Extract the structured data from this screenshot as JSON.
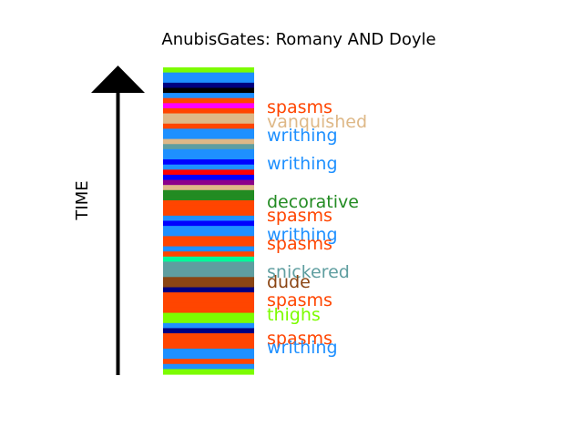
{
  "chart_data": {
    "type": "bar",
    "title": "AnubisGates: Romany AND Doyle",
    "ylabel": "TIME",
    "stripes_top_to_bottom": [
      "#7cfc00",
      "#1e90ff",
      "#1e90ff",
      "#000080",
      "#000000",
      "#1e90ff",
      "#ff4500",
      "#ff00ff",
      "#ff4500",
      "#deb887",
      "#deb887",
      "#ff4500",
      "#1e90ff",
      "#1e90ff",
      "#deb887",
      "#5f9ea0",
      "#1e90ff",
      "#1e90ff",
      "#0000ff",
      "#1e90ff",
      "#ff0000",
      "#0000ff",
      "#8b008b",
      "#deb887",
      "#228b22",
      "#228b22",
      "#ff4500",
      "#ff4500",
      "#ff4500",
      "#1e90ff",
      "#0000ff",
      "#1e90ff",
      "#1e90ff",
      "#ff4500",
      "#ff4500",
      "#1e90ff",
      "#ff4500",
      "#00fa9a",
      "#5f9ea0",
      "#5f9ea0",
      "#5f9ea0",
      "#8b4513",
      "#8b4513",
      "#000080",
      "#ff4500",
      "#ff4500",
      "#ff4500",
      "#ff4500",
      "#7cfc00",
      "#7cfc00",
      "#1e90ff",
      "#000080",
      "#ff4500",
      "#ff4500",
      "#ff4500",
      "#1e90ff",
      "#1e90ff",
      "#ff4500",
      "#1e90ff",
      "#7cfc00"
    ],
    "labels": [
      {
        "text": "spasms",
        "color": "#ff4500"
      },
      {
        "text": "vanquished",
        "color": "#deb887"
      },
      {
        "text": "writhing",
        "color": "#1e90ff"
      },
      {
        "text": "writhing",
        "color": "#1e90ff"
      },
      {
        "text": "decorative",
        "color": "#228b22"
      },
      {
        "text": "spasms",
        "color": "#ff4500"
      },
      {
        "text": "writhing",
        "color": "#1e90ff"
      },
      {
        "text": "spasms",
        "color": "#ff4500"
      },
      {
        "text": "snickered",
        "color": "#5f9ea0"
      },
      {
        "text": "dude",
        "color": "#8b4513"
      },
      {
        "text": "spasms",
        "color": "#ff4500"
      },
      {
        "text": "thighs",
        "color": "#7cfc00"
      },
      {
        "text": "spasms",
        "color": "#ff4500"
      },
      {
        "text": "writhing",
        "color": "#1e90ff"
      }
    ]
  }
}
